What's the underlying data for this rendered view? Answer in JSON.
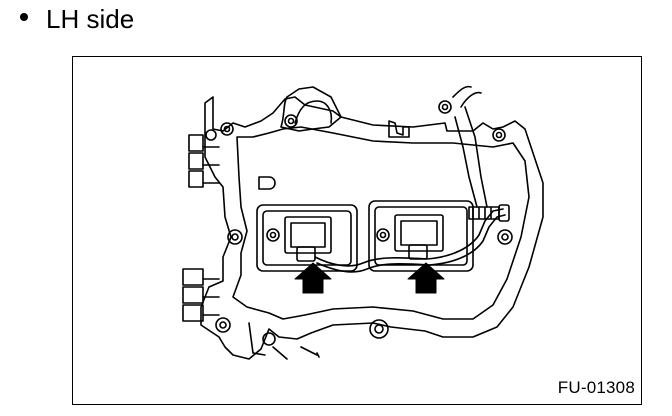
{
  "heading": {
    "bullet": "•",
    "text": "LH side"
  },
  "figure": {
    "code": "FU-01308",
    "subject": "engine-cylinder-head-cover-lh",
    "callouts": [
      "arrow",
      "arrow"
    ]
  }
}
